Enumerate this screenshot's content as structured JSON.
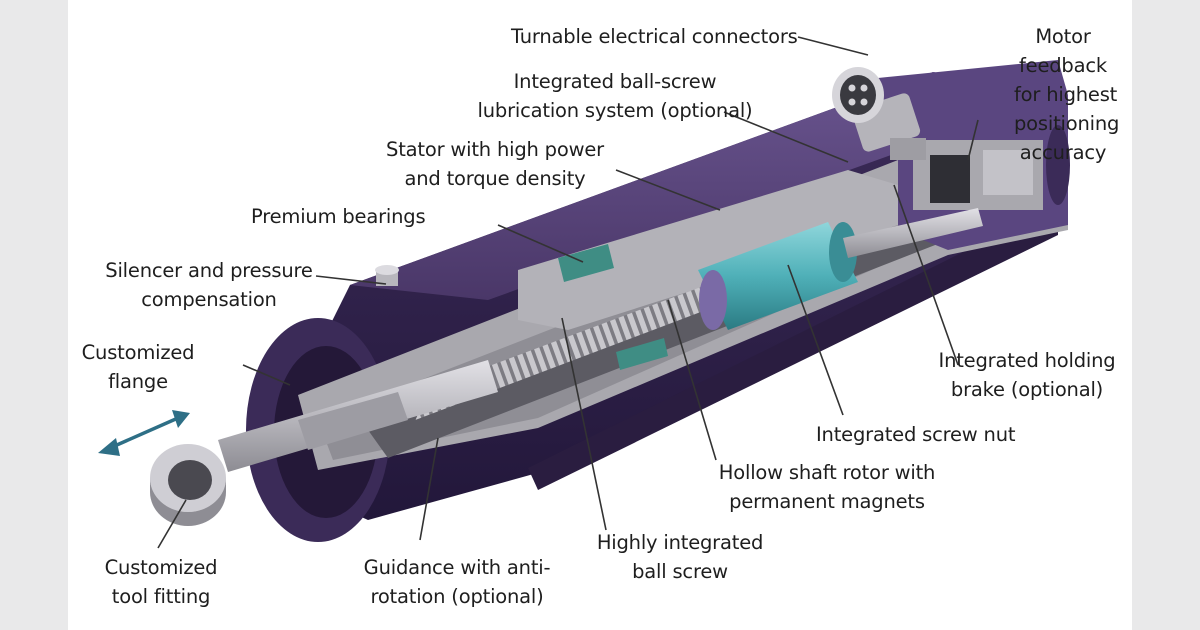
{
  "labels": {
    "connectors": [
      "Turnable electrical connectors"
    ],
    "motor_feedback": [
      "Motor",
      "feedback",
      "for highest",
      "positioning",
      "accuracy"
    ],
    "lubrication": [
      "Integrated ball-screw",
      "lubrication system (optional)"
    ],
    "stator": [
      "Stator with high power",
      "and torque density"
    ],
    "bearings": [
      "Premium bearings"
    ],
    "silencer": [
      "Silencer and pressure",
      "compensation"
    ],
    "flange": [
      "Customized",
      "flange"
    ],
    "holding_brake": [
      "Integrated holding",
      "brake (optional)"
    ],
    "screw_nut": [
      "Integrated screw nut"
    ],
    "rotor": [
      "Hollow shaft rotor with",
      "permanent magnets"
    ],
    "ball_screw": [
      "Highly integrated",
      "ball screw"
    ],
    "guidance": [
      "Guidance with anti-",
      "rotation (optional)"
    ],
    "tool_fitting": [
      "Customized",
      "tool fitting"
    ]
  },
  "colors": {
    "housing": "#4a3768",
    "housing_dark": "#2a1d40",
    "cutface": "#a9a8ae",
    "metal": "#c7c6cb",
    "magnet": "#4fb0b8",
    "bearing": "#3f8d84",
    "arrow": "#2e6f86",
    "leader": "#333333"
  }
}
